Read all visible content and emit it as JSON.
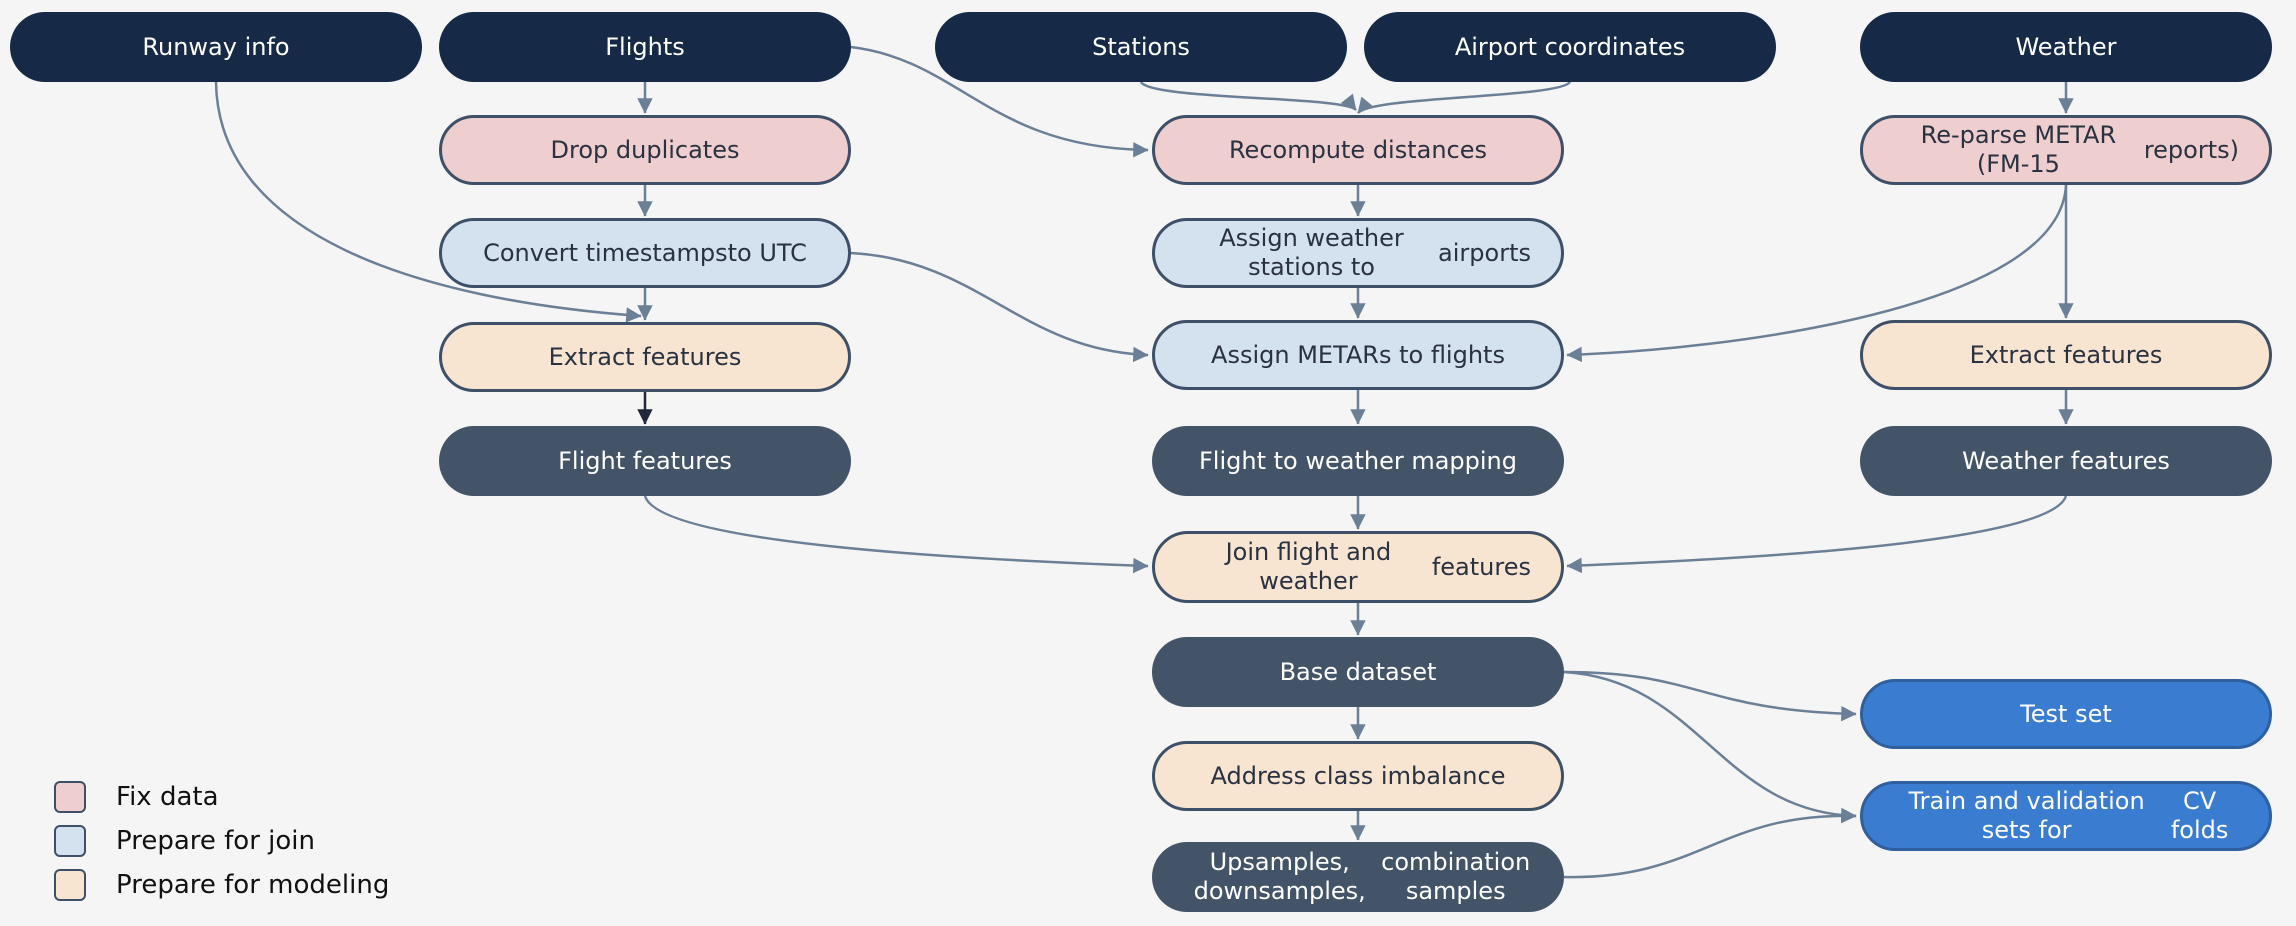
{
  "colors": {
    "background": "#f5f5f5",
    "source": "#162a47",
    "fix_data": "#eecece",
    "prepare_join": "#d4e1ef",
    "prepare_modeling": "#f7e5d1",
    "output": "#435469",
    "split": "#3a7dd0",
    "edge": "#6b7f96",
    "edge_dark": "#232838"
  },
  "nodes": {
    "runway_info": "Runway info",
    "flights": "Flights",
    "stations": "Stations",
    "airport_coordinates": "Airport coordinates",
    "weather": "Weather",
    "drop_duplicates": "Drop duplicates",
    "convert_timestamps": [
      "Convert timestamps",
      "to UTC"
    ],
    "extract_features_flights": "Extract features",
    "flight_features": "Flight features",
    "recompute_distances": "Recompute distances",
    "assign_weather_stations": [
      "Assign weather stations to",
      "airports"
    ],
    "assign_metars": "Assign METARs to flights",
    "flight_weather_mapping": "Flight to weather mapping",
    "join_flight_weather": [
      "Join flight and weather",
      "features"
    ],
    "base_dataset": "Base dataset",
    "address_class_imbalance": "Address class imbalance",
    "upsamples": [
      "Upsamples, downsamples,",
      "combination samples"
    ],
    "reparse_metar": [
      "Re-parse METAR (FM-15",
      "reports)"
    ],
    "extract_features_weather": "Extract features",
    "weather_features": "Weather features",
    "test_set": "Test set",
    "train_validation_sets": [
      "Train and validation sets for",
      "CV folds"
    ]
  },
  "legend": {
    "fix_data": "Fix data",
    "prepare_join": "Prepare for join",
    "prepare_modeling": "Prepare for modeling"
  },
  "edges": [
    {
      "from": "flights",
      "to": "drop_duplicates"
    },
    {
      "from": "drop_duplicates",
      "to": "convert_timestamps"
    },
    {
      "from": "convert_timestamps",
      "to": "extract_features_flights"
    },
    {
      "from": "runway_info",
      "to": "extract_features_flights"
    },
    {
      "from": "extract_features_flights",
      "to": "flight_features"
    },
    {
      "from": "flights",
      "to": "recompute_distances"
    },
    {
      "from": "stations",
      "to": "recompute_distances"
    },
    {
      "from": "airport_coordinates",
      "to": "recompute_distances"
    },
    {
      "from": "recompute_distances",
      "to": "assign_weather_stations"
    },
    {
      "from": "assign_weather_stations",
      "to": "assign_metars"
    },
    {
      "from": "convert_timestamps",
      "to": "assign_metars"
    },
    {
      "from": "reparse_metar",
      "to": "assign_metars"
    },
    {
      "from": "assign_metars",
      "to": "flight_weather_mapping"
    },
    {
      "from": "flight_weather_mapping",
      "to": "join_flight_weather"
    },
    {
      "from": "flight_features",
      "to": "join_flight_weather"
    },
    {
      "from": "weather_features",
      "to": "join_flight_weather"
    },
    {
      "from": "join_flight_weather",
      "to": "base_dataset"
    },
    {
      "from": "base_dataset",
      "to": "address_class_imbalance"
    },
    {
      "from": "address_class_imbalance",
      "to": "upsamples"
    },
    {
      "from": "weather",
      "to": "reparse_metar"
    },
    {
      "from": "reparse_metar",
      "to": "extract_features_weather"
    },
    {
      "from": "extract_features_weather",
      "to": "weather_features"
    },
    {
      "from": "base_dataset",
      "to": "test_set"
    },
    {
      "from": "base_dataset",
      "to": "train_validation_sets"
    },
    {
      "from": "upsamples",
      "to": "train_validation_sets"
    }
  ]
}
